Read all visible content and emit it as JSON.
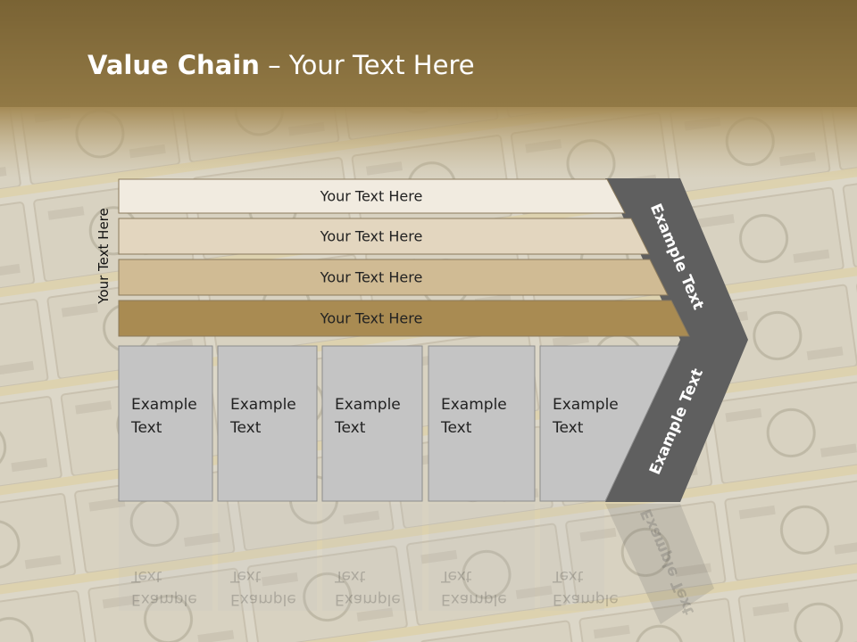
{
  "slide": {
    "title_bold": "Value Chain",
    "title_rest": " – Your Text Here",
    "side_label": "Your Text Here"
  },
  "bars": [
    {
      "label": "Your Text Here",
      "color": "#f1ebe0"
    },
    {
      "label": "Your Text Here",
      "color": "#e3d6bf"
    },
    {
      "label": "Your Text Here",
      "color": "#d0bb94"
    },
    {
      "label": "Your Text Here",
      "color": "#a98b52"
    }
  ],
  "boxes": [
    {
      "line1": "Example",
      "line2": "Text"
    },
    {
      "line1": "Example",
      "line2": "Text"
    },
    {
      "line1": "Example",
      "line2": "Text"
    },
    {
      "line1": "Example",
      "line2": "Text"
    },
    {
      "line1": "Example",
      "line2": "Text"
    }
  ],
  "chevron": {
    "upper_label": "Example Text",
    "lower_label": "Example Text",
    "color": "#5f5f5f"
  },
  "colors": {
    "header": "#8f7640",
    "box_fill": "#c4c4c4"
  }
}
